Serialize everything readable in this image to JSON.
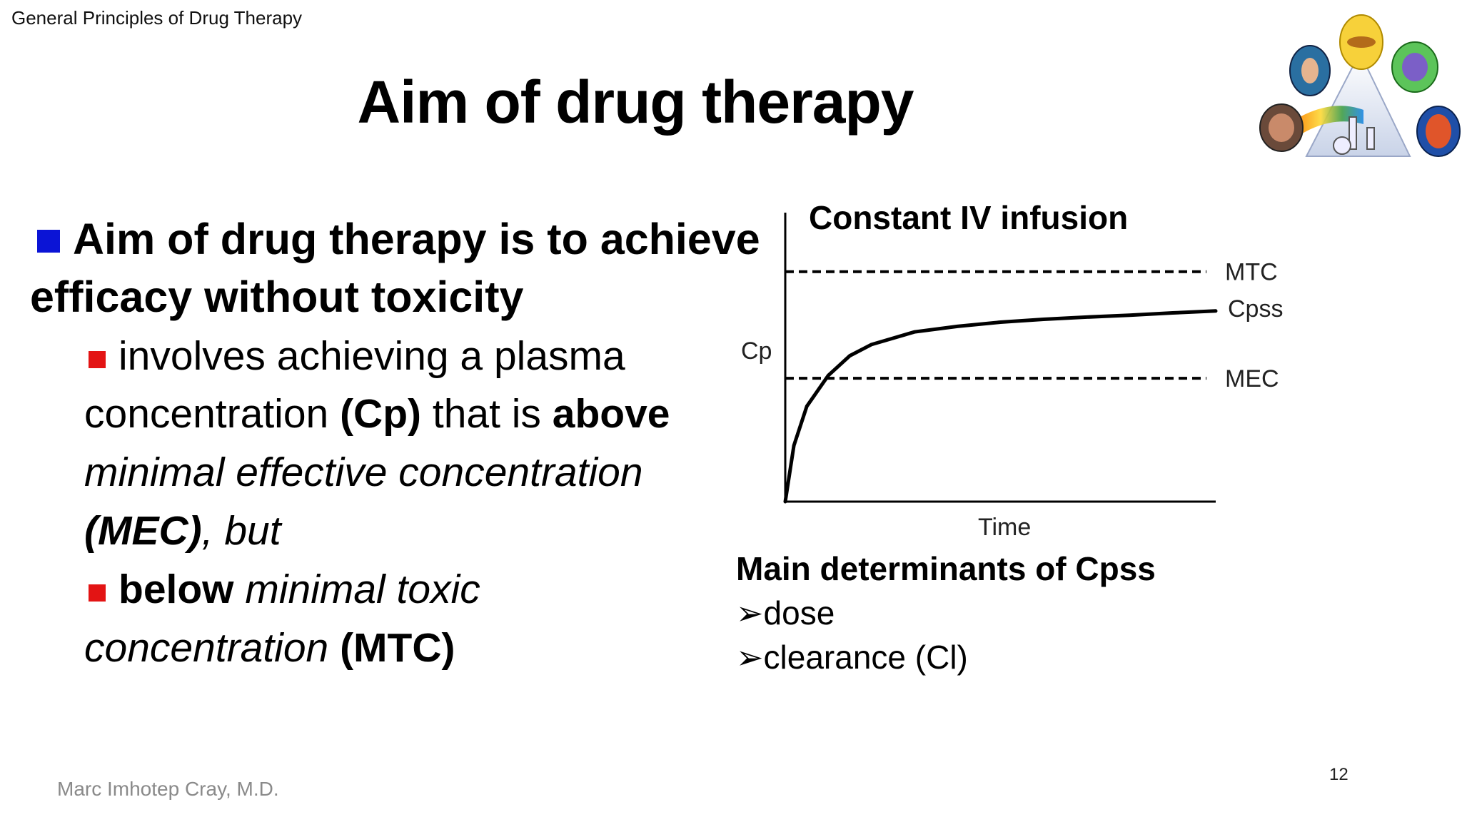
{
  "header": {
    "text": "General Principles of Drug Therapy"
  },
  "slide": {
    "title": "Aim of drug therapy",
    "bullet1": {
      "line1": "Aim of drug therapy is to achieve",
      "line2": "efficacy without toxicity"
    },
    "sub1": {
      "line1": "involves achieving a plasma",
      "line2_a": "concentration ",
      "line2_b": "(Cp)",
      "line2_c": " that is ",
      "line2_d": "above",
      "line3": "minimal effective concentration",
      "line4_a": "(MEC)",
      "line4_b": ", but"
    },
    "sub2": {
      "line1_a": "below",
      "line1_b": " minimal toxic",
      "line2_a": "concentration",
      "line2_b": " (MTC)"
    }
  },
  "chart_data": {
    "type": "line",
    "title": "Constant IV infusion",
    "xlabel": "Time",
    "ylabel": "Cp",
    "reference_lines": [
      {
        "label": "MTC",
        "y": 0.82,
        "style": "dashed"
      },
      {
        "label": "MEC",
        "y": 0.44,
        "style": "dashed"
      }
    ],
    "series": [
      {
        "name": "Cpss",
        "x": [
          0,
          0.02,
          0.05,
          0.1,
          0.15,
          0.2,
          0.3,
          0.4,
          0.5,
          0.6,
          0.7,
          0.8,
          0.9,
          1.0
        ],
        "y": [
          0,
          0.2,
          0.34,
          0.45,
          0.52,
          0.56,
          0.605,
          0.625,
          0.64,
          0.65,
          0.658,
          0.665,
          0.673,
          0.68
        ]
      }
    ],
    "xlim": [
      0,
      1
    ],
    "ylim": [
      0,
      1
    ]
  },
  "determinants": {
    "title": "Main determinants of Cpss",
    "items": [
      "dose",
      "clearance (Cl)"
    ],
    "arrow": "➢"
  },
  "footer": {
    "author": "Marc Imhotep Cray, M.D.",
    "page": "12"
  }
}
